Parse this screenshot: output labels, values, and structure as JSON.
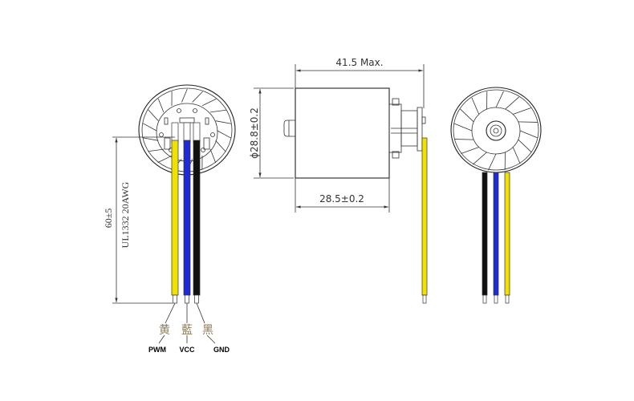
{
  "dimensions": {
    "overall_length": "41.5 Max.",
    "diameter": "ϕ28.8±0.2",
    "body_length": "28.5±0.2",
    "lead_length": "60±5",
    "wire_spec": "UL1332 20AWG"
  },
  "wires": [
    {
      "chinese": "黄",
      "signal": "PWM",
      "color": "#f2e100"
    },
    {
      "chinese": "藍",
      "signal": "VCC",
      "color": "#1f2bd6"
    },
    {
      "chinese": "黑",
      "signal": "GND",
      "color": "#111111"
    }
  ]
}
